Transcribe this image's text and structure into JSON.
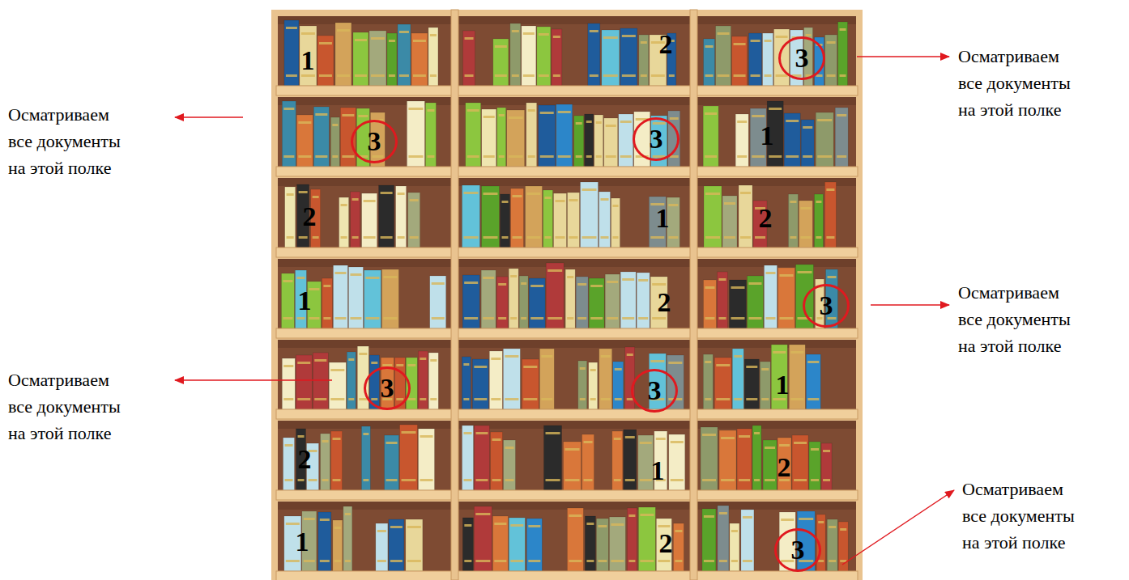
{
  "diagram": {
    "nodes": [
      {
        "text": [
          "3"
        ]
      },
      {
        "text": [
          "3"
        ]
      },
      {
        "text": [
          "3"
        ]
      },
      {
        "text": [
          "3"
        ]
      },
      {
        "text": [
          "3"
        ]
      },
      {
        "text": [
          "3"
        ]
      },
      {
        "text": [
          "3"
        ]
      }
    ],
    "labels": [
      "1",
      "2",
      "1",
      "2",
      "1",
      "2",
      "1",
      "2",
      "1",
      "2",
      "1",
      "2",
      "1",
      "2",
      "Осматриваем все документы на этой полке",
      "Осматриваем все документы на этой полке",
      "Осматриваем все документы на этой полке",
      "Осматриваем все документы на этой полке",
      "Осматриваем все документы на этой полке"
    ]
  }
}
